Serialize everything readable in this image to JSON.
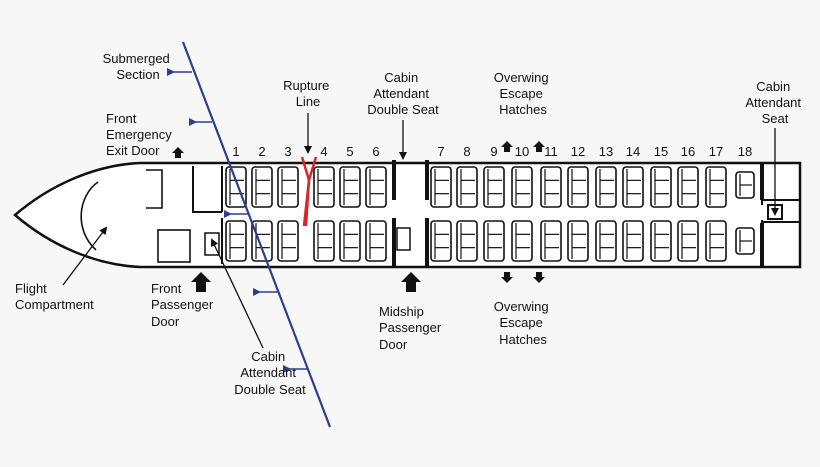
{
  "colors": {
    "waterline": "#2b3f8f",
    "rupture": "#d9262a",
    "outline": "#111111",
    "background": "#f7f7f7"
  },
  "labels": {
    "submerged_section": [
      "Submerged",
      "Section"
    ],
    "front_emergency_exit_door": [
      "Front",
      "Emergency",
      "Exit Door"
    ],
    "rupture_line": [
      "Rupture",
      "Line"
    ],
    "cabin_attendant_double_seat_top": [
      "Cabin",
      "Attendant",
      "Double Seat"
    ],
    "overwing_escape_hatches_top": [
      "Overwing",
      "Escape",
      "Hatches"
    ],
    "cabin_attendant_seat": [
      "Cabin",
      "Attendant",
      "Seat"
    ],
    "flight_compartment": [
      "Flight",
      "Compartment"
    ],
    "front_passenger_door": [
      "Front",
      "Passenger",
      "Door"
    ],
    "cabin_attendant_double_seat_bottom": [
      "Cabin",
      "Attendant",
      "Double Seat"
    ],
    "midship_passenger_door": [
      "Midship",
      "Passenger",
      "Door"
    ],
    "overwing_escape_hatches_bottom": [
      "Overwing",
      "Escape",
      "Hatches"
    ]
  },
  "rows": [
    "1",
    "2",
    "3",
    "4",
    "5",
    "6",
    "7",
    "8",
    "9",
    "10",
    "11",
    "12",
    "13",
    "14",
    "15",
    "16",
    "17",
    "18"
  ]
}
